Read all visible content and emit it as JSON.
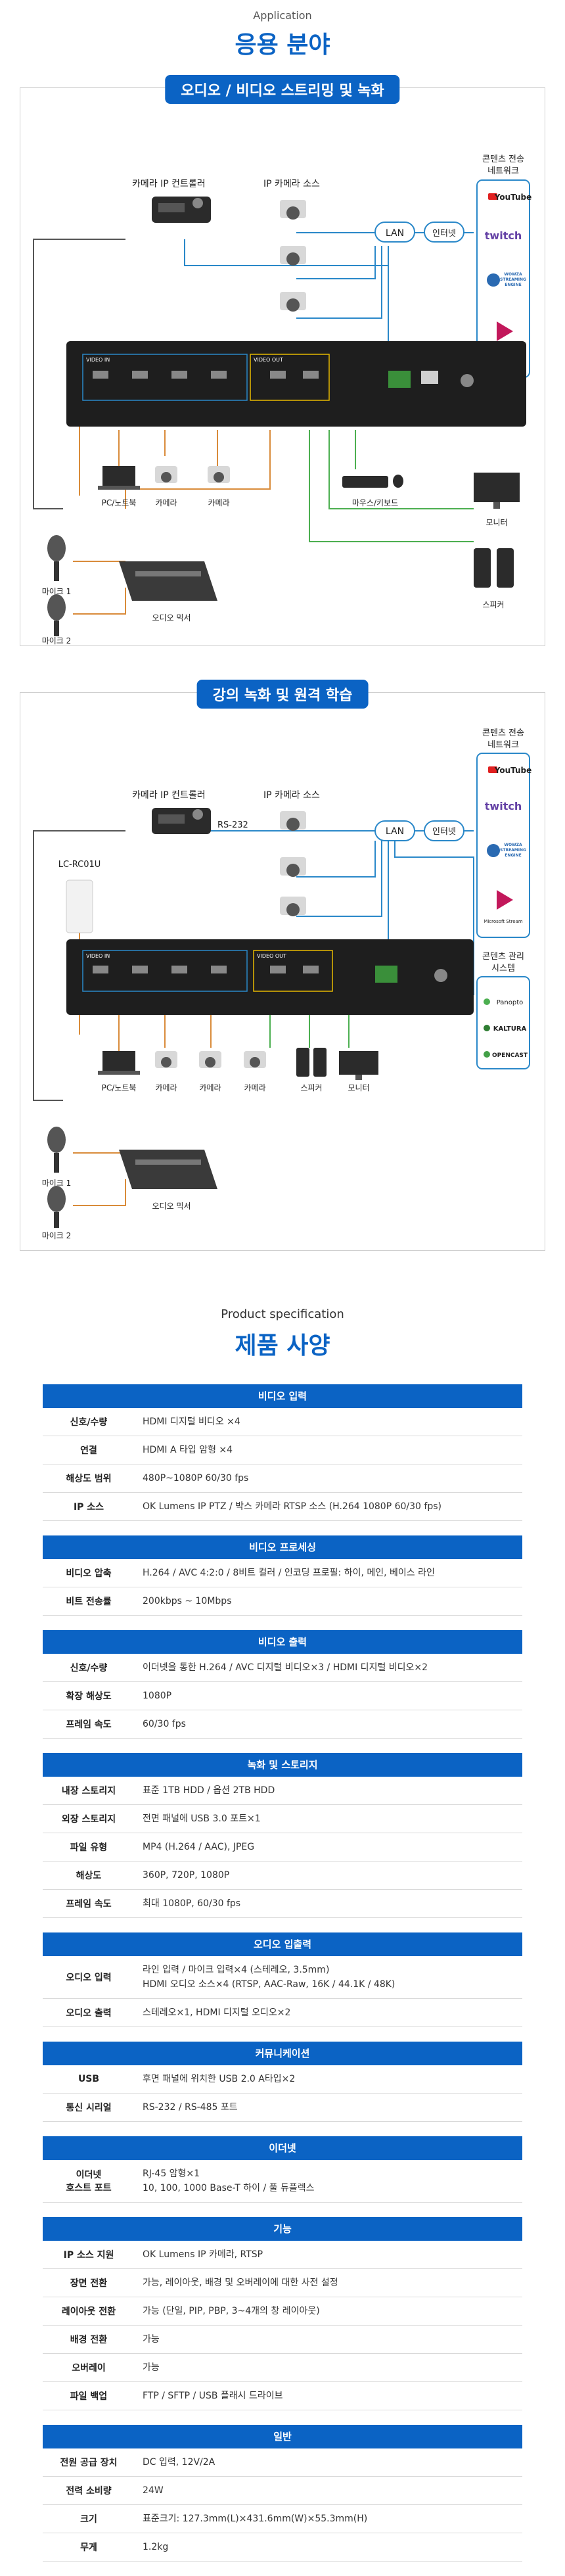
{
  "header": {
    "eyebrow": "Application",
    "title": "응용 분야"
  },
  "diagram1": {
    "banner": "오디오 / 비디오 스트리밍 및 녹화",
    "labels": {
      "camera_controller": "카메라 IP 컨트롤러",
      "ip_camera_source": "IP 카메라 소스",
      "lan": "LAN",
      "internet": "인터넷",
      "content_network": [
        "콘텐츠 전송",
        "네트워크"
      ],
      "pc_laptop": "PC/노트북",
      "camera1": "카메라",
      "camera2": "카메라",
      "mouse_keyboard": "마우스/키보드",
      "monitor": "모니터",
      "speaker": "스피커",
      "mic1": "마이크 1",
      "mic2": "마이크 2",
      "audio_mixer": "오디오 믹서"
    }
  },
  "diagram2": {
    "banner": "강의 녹화 및 원격 학습",
    "labels": {
      "camera_controller": "카메라 IP 컨트롤러",
      "rs232": "RS-232",
      "ip_camera_source": "IP 카메라 소스",
      "lan": "LAN",
      "internet": "인터넷",
      "content_network": [
        "콘텐츠 전송",
        "네트워크"
      ],
      "content_mgmt": [
        "콘텐츠 관리",
        "시스템"
      ],
      "controller_model": "LC-RC01U",
      "pc_laptop": "PC/노트북",
      "camera1": "카메라",
      "camera2": "카메라",
      "camera3": "카메라",
      "speaker": "스피커",
      "monitor": "모니터",
      "mic1": "마이크 1",
      "mic2": "마이크 2",
      "audio_mixer": "오디오 믹서"
    }
  },
  "platforms": {
    "youtube": "YouTube",
    "twitch": "twitch",
    "wowza": [
      "WOWZA",
      "STREAMING",
      "ENGINE"
    ],
    "stream": "Microsoft Stream",
    "panopto": "Panopto",
    "kaltura": "KALTURA",
    "opencast": "OPENCAST"
  },
  "device": {
    "video_in_label": "VIDEO IN",
    "video_out_label": "VIDEO OUT"
  },
  "spec_header": {
    "eyebrow": "Product specification",
    "title": "제품 사양"
  },
  "spec_sections": [
    {
      "title": "비디오 입력",
      "rows": [
        {
          "label": "신호/수량",
          "value": [
            "HDMI 디지털 비디오 ×4"
          ]
        },
        {
          "label": "연결",
          "value": [
            "HDMI A 타입 암형 ×4"
          ]
        },
        {
          "label": "해상도 범위",
          "value": [
            "480P~1080P 60/30 fps"
          ]
        },
        {
          "label": "IP 소스",
          "value": [
            "OK Lumens IP PTZ / 박스 카메라 RTSP 소스 (H.264 1080P 60/30 fps)"
          ]
        }
      ]
    },
    {
      "title": "비디오 프로세싱",
      "rows": [
        {
          "label": "비디오 압축",
          "value": [
            "H.264 / AVC 4:2:0 / 8비트 컬러 / 인코딩 프로필: 하이, 메인, 베이스 라인"
          ]
        },
        {
          "label": "비트 전송률",
          "value": [
            "200kbps ~ 10Mbps"
          ]
        }
      ]
    },
    {
      "title": "비디오 출력",
      "rows": [
        {
          "label": "신호/수량",
          "value": [
            "이더넷을 통한 H.264 / AVC 디지털 비디오×3 / HDMI 디지털 비디오×2"
          ]
        },
        {
          "label": "확장 해상도",
          "value": [
            "1080P"
          ]
        },
        {
          "label": "프레임 속도",
          "value": [
            "60/30 fps"
          ]
        }
      ]
    },
    {
      "title": "녹화 및 스토리지",
      "rows": [
        {
          "label": "내장 스토리지",
          "value": [
            "표준 1TB HDD / 옵션 2TB HDD"
          ]
        },
        {
          "label": "외장 스토리지",
          "value": [
            "전면 패널에 USB 3.0 포트×1"
          ]
        },
        {
          "label": "파일 유형",
          "value": [
            "MP4 (H.264 / AAC), JPEG"
          ]
        },
        {
          "label": "해상도",
          "value": [
            "360P, 720P, 1080P"
          ]
        },
        {
          "label": "프레임 속도",
          "value": [
            "최대 1080P, 60/30 fps"
          ]
        }
      ]
    },
    {
      "title": "오디오 입출력",
      "rows": [
        {
          "label": "오디오 입력",
          "value": [
            "라인 입력 / 마이크 입력×4 (스테레오, 3.5mm)",
            "HDMI 오디오 소스×4 (RTSP, AAC-Raw, 16K / 44.1K / 48K)"
          ]
        },
        {
          "label": "오디오 출력",
          "value": [
            "스테레오×1, HDMI 디지털 오디오×2"
          ]
        }
      ]
    },
    {
      "title": "커뮤니케이션",
      "rows": [
        {
          "label": "USB",
          "value": [
            "후면 패널에 위치한 USB 2.0 A타입×2"
          ]
        },
        {
          "label": "통신 시리얼",
          "value": [
            "RS-232 / RS-485 포트"
          ]
        }
      ]
    },
    {
      "title": "이더넷",
      "rows": [
        {
          "label": "이더넷\n호스트 포트",
          "value": [
            "RJ-45 암형×1",
            "10, 100, 1000 Base-T 하이 / 풀 듀플렉스"
          ]
        }
      ]
    },
    {
      "title": "기능",
      "rows": [
        {
          "label": "IP 소스 지원",
          "value": [
            "OK Lumens IP 카메라, RTSP"
          ]
        },
        {
          "label": "장면 전환",
          "value": [
            "가능, 레이아웃, 배경 및 오버레이에 대한 사전 설정"
          ]
        },
        {
          "label": "레이아웃 전환",
          "value": [
            "가능 (단일, PIP, PBP, 3~4개의 창 레이아웃)"
          ]
        },
        {
          "label": "배경 전환",
          "value": [
            "가능"
          ]
        },
        {
          "label": "오버레이",
          "value": [
            "가능"
          ]
        },
        {
          "label": "파일 백업",
          "value": [
            "FTP / SFTP / USB 플래시 드라이브"
          ]
        }
      ]
    },
    {
      "title": "일반",
      "rows": [
        {
          "label": "전원 공급 장치",
          "value": [
            "DC 입력, 12V/2A"
          ]
        },
        {
          "label": "전력 소비량",
          "value": [
            "24W"
          ]
        },
        {
          "label": "크기",
          "value": [
            "표준크기: 127.3mm(L)×431.6mm(W)×55.3mm(H)"
          ]
        },
        {
          "label": "무게",
          "value": [
            "1.2kg"
          ]
        }
      ]
    }
  ]
}
